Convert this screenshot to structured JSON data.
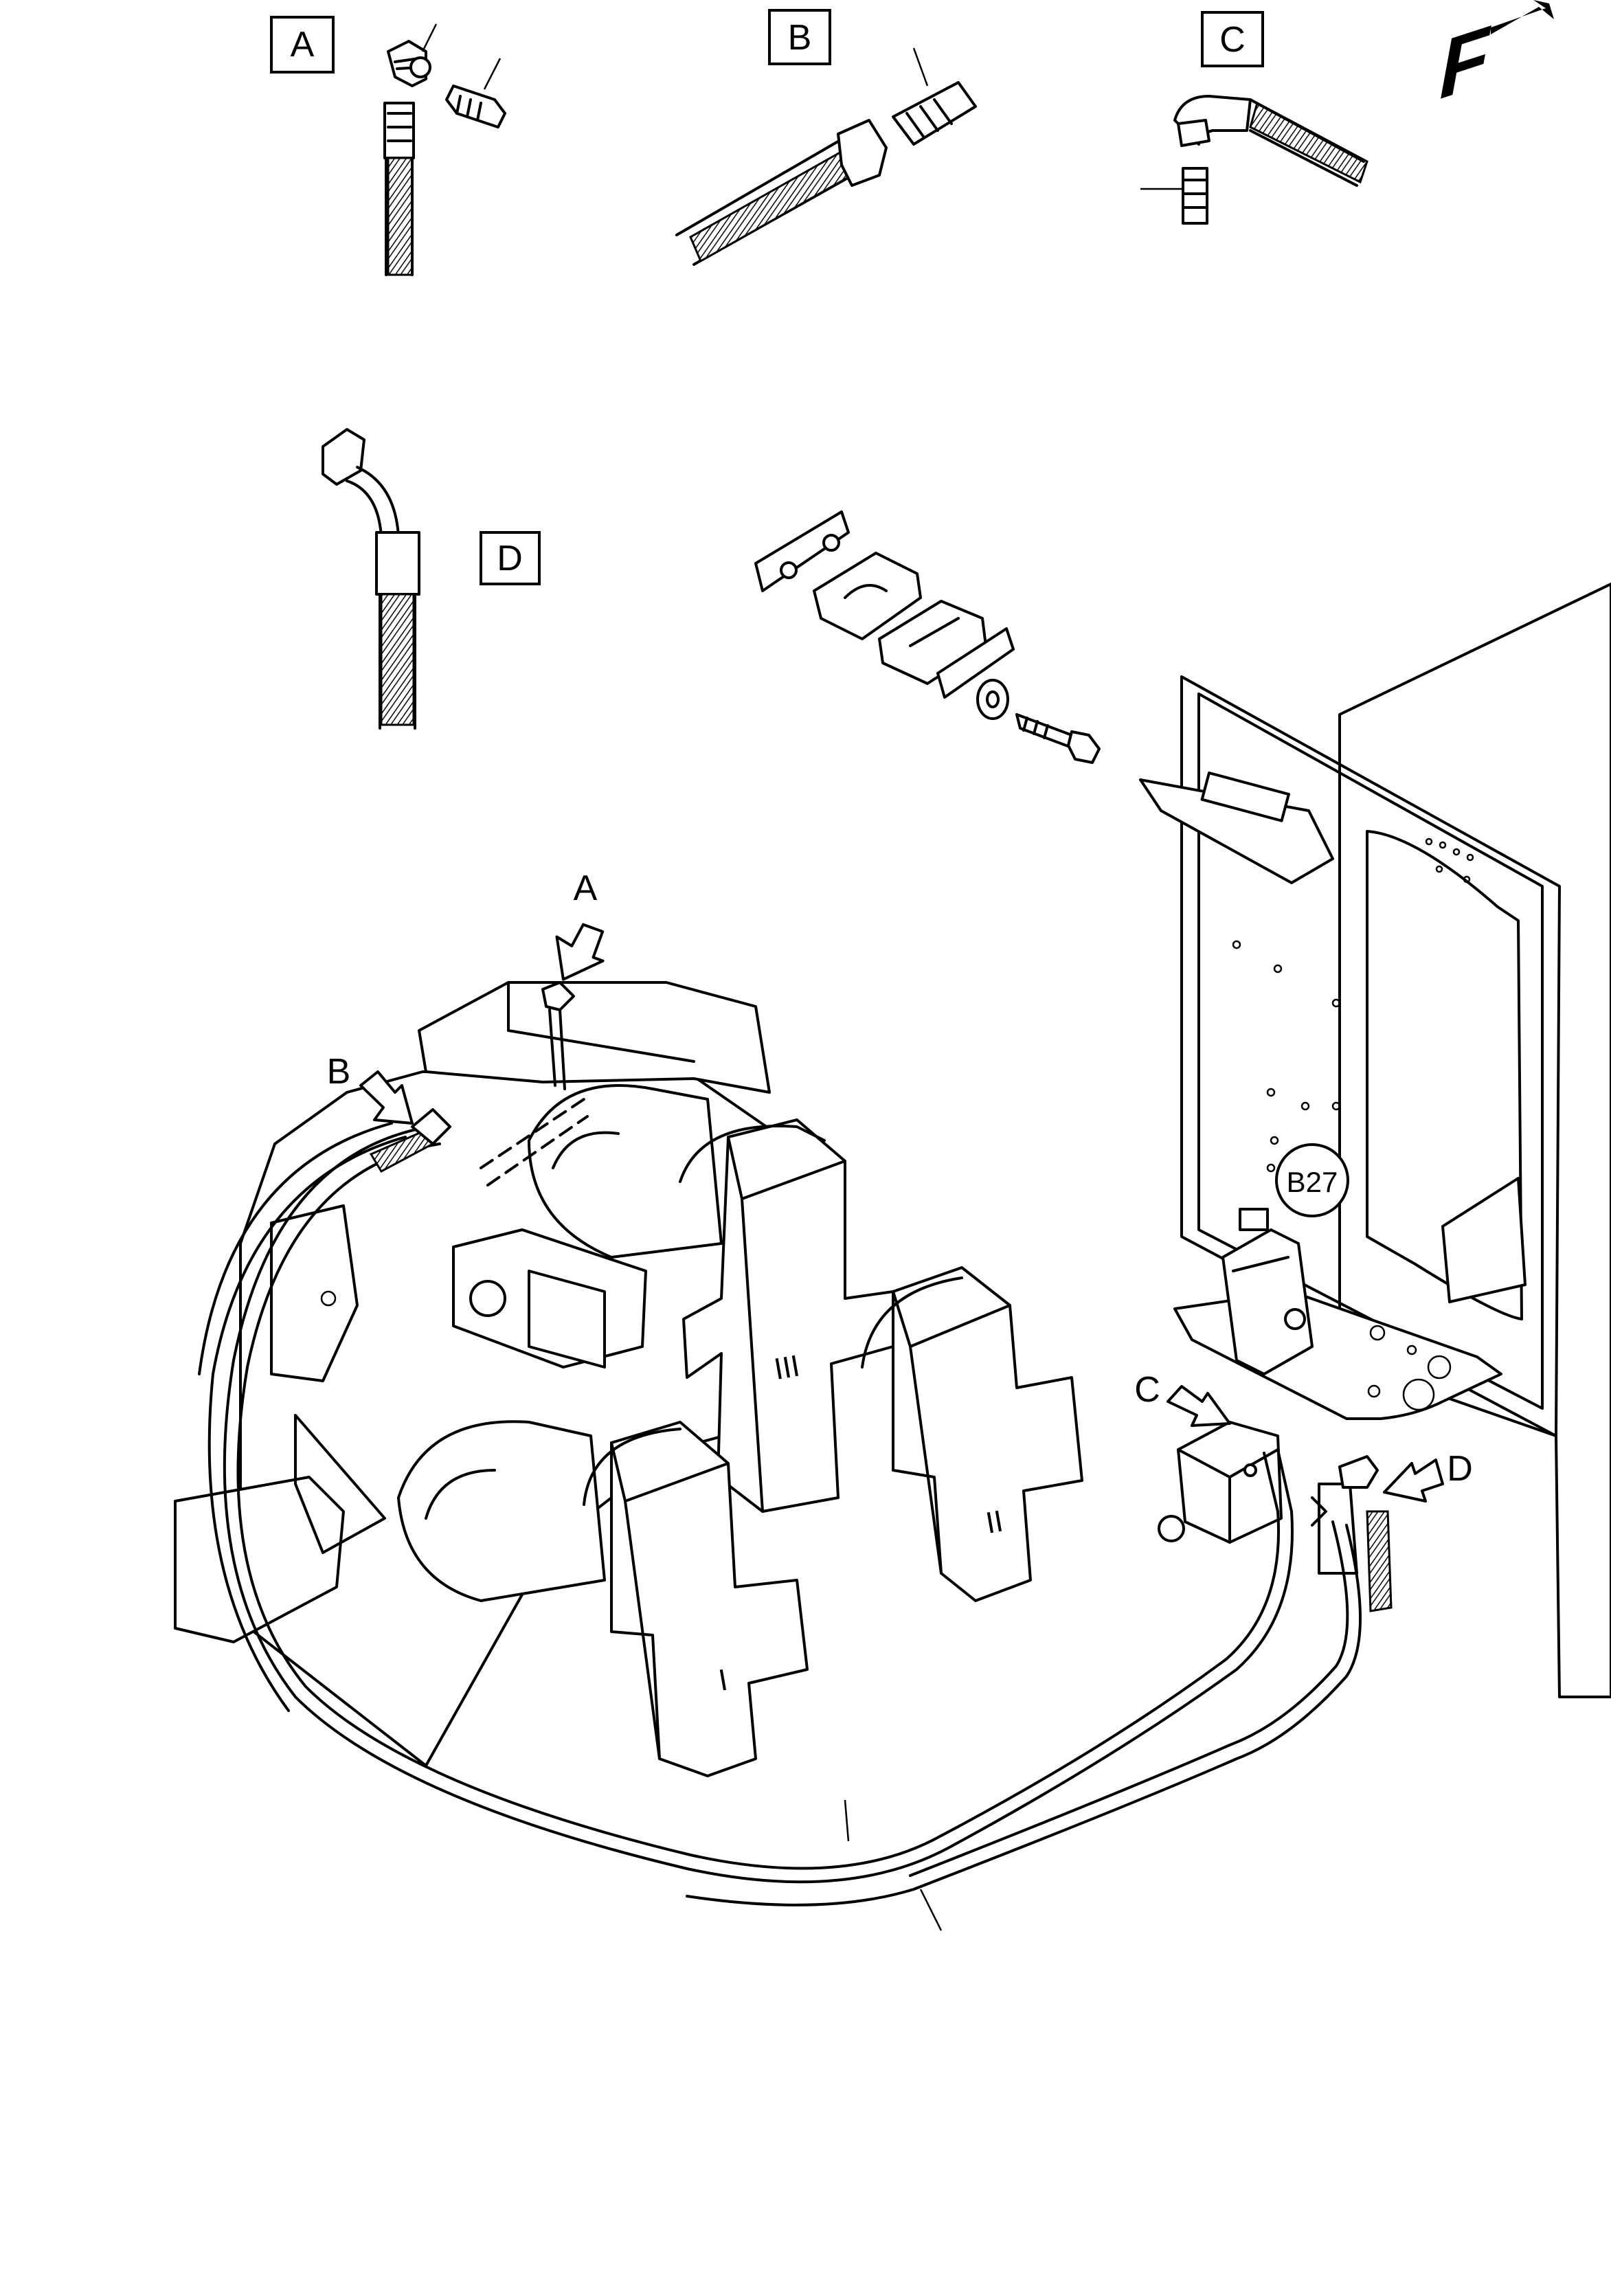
{
  "orientation_mark": {
    "letter": "F"
  },
  "detail_boxes": {
    "a": "A",
    "b": "B",
    "c": "C",
    "d": "D"
  },
  "callouts": {
    "a": "A",
    "b": "B",
    "c": "C",
    "d": "D"
  },
  "component_labels": {
    "b27": "B27",
    "mount_1": "I",
    "mount_2": "II",
    "mount_3": "III"
  }
}
